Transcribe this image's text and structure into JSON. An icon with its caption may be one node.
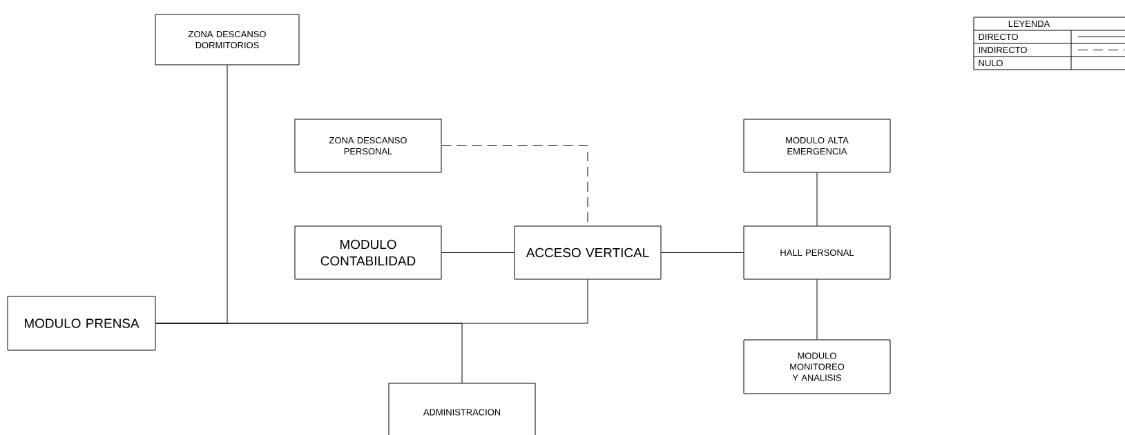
{
  "diagram": {
    "nodes": [
      {
        "text": [
          "ZONA DESCANSO DORMITORIOS"
        ]
      },
      {
        "text": [
          "ZONA DESCANSO PERSONAL"
        ]
      },
      {
        "text": [
          "MODULO ALTA EMERGENCIA"
        ]
      },
      {
        "text": [
          "MODULO CONTABILIDAD"
        ]
      },
      {
        "text": [
          "ACCESO VERTICAL"
        ]
      },
      {
        "text": [
          "HALL PERSONAL"
        ]
      },
      {
        "text": [
          "MODULO PRENSA"
        ]
      },
      {
        "text": [
          "MODULO MONITOREO Y ANALISIS"
        ]
      },
      {
        "text": [
          "ADMINISTRACION"
        ]
      }
    ],
    "edges": [
      {
        "from": 6,
        "to": 0,
        "arrow": "none"
      },
      {
        "from": 6,
        "to": 4,
        "arrow": "none"
      },
      {
        "from": 6,
        "to": 8,
        "arrow": "none"
      },
      {
        "from": 1,
        "to": 4,
        "arrow": "none",
        "style": "dashed"
      },
      {
        "from": 3,
        "to": 4,
        "arrow": "none"
      },
      {
        "from": 4,
        "to": 5,
        "arrow": "none"
      },
      {
        "from": 2,
        "to": 5,
        "arrow": "none"
      },
      {
        "from": 5,
        "to": 7,
        "arrow": "none"
      }
    ],
    "labels": [
      "LEYENDA"
    ],
    "legend": [
      {
        "text": "DIRECTO"
      },
      {
        "text": "INDIRECTO"
      },
      {
        "text": "NULO"
      }
    ]
  }
}
